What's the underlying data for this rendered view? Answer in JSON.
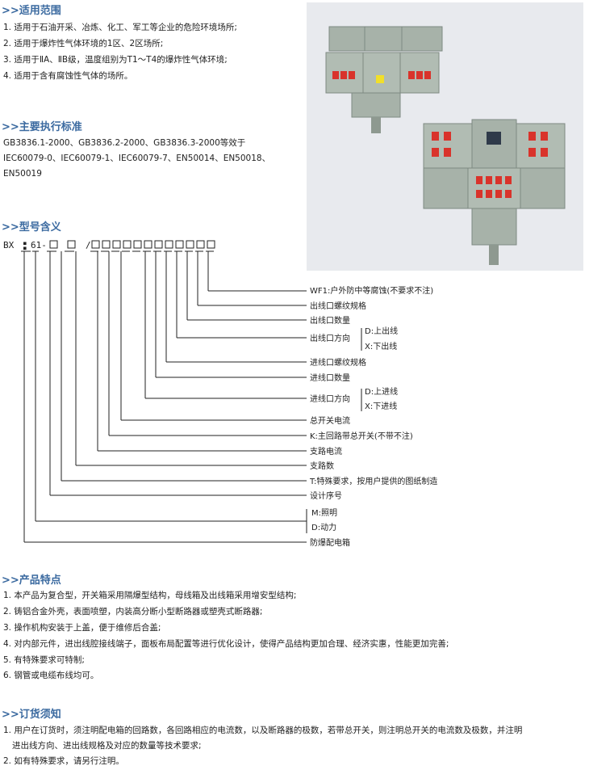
{
  "scope": {
    "title": ">>适用范围",
    "items": [
      "1. 适用于石油开采、冶炼、化工、军工等企业的危险环境场所;",
      "2. 适用于爆炸性气体环境的1区、2区场所;",
      "3. 适用于ⅡA、ⅡB级，温度组别为T1～T4的爆炸性气体环境;",
      "4. 适用于含有腐蚀性气体的场所。"
    ]
  },
  "standards": {
    "title": ">>主要执行标准",
    "lines": [
      "GB3836.1-2000、GB3836.2-2000、GB3836.3-2000等效于",
      "IEC60079-0、IEC60079-1、IEC60079-7、EN50014、EN50018、",
      "EN50019"
    ]
  },
  "model": {
    "title": ">>型号含义",
    "code_prefix": "BX",
    "code_mid": "61-",
    "code_slash": "/",
    "labels": [
      "WF1:户外防中等腐蚀(不要求不注)",
      "出线口螺纹规格",
      "出线口数量",
      "出线口方向",
      "进线口螺纹规格",
      "进线口数量",
      "进线口方向",
      "总开关电流",
      "K:主回路带总开关(不带不注)",
      "支路电流",
      "支路数",
      "T:特殊要求，按用户提供的图纸制造",
      "设计序号",
      "防爆配电箱"
    ],
    "out_dir_options": [
      "D:上出线",
      "X:下出线"
    ],
    "in_dir_options": [
      "D:上进线",
      "X:下进线"
    ],
    "type_options": [
      "M:照明",
      "D:动力"
    ]
  },
  "features": {
    "title": ">>产品特点",
    "items": [
      "1. 本产品为复合型，开关箱采用隔爆型结构，母线箱及出线箱采用增安型结构;",
      "2. 铸铝合金外壳，表面喷塑，内装高分断小型断路器或塑壳式断路器;",
      "3. 操作机构安装于上盖，便于维修后合盖;",
      "4. 对内部元件，进出线腔接线端子，面板布局配置等进行优化设计，使得产品结构更加合理、经济实惠，性能更加完善;",
      "5. 有特殊要求可特制;",
      "6. 钢管或电缆布线均可。"
    ]
  },
  "ordering": {
    "title": ">>订货须知",
    "items": [
      "1. 用户在订货时，须注明配电箱的回路数，各回路相应的电流数，以及断路器的极数，若带总开关，则注明总开关的电流数及极数，并注明",
      "进出线方向、进出线规格及对应的数量等技术要求;",
      "2. 如有特殊要求，请另行注明。"
    ]
  },
  "colors": {
    "title": "#3b6aa0",
    "enclosure": "#a7b2a9",
    "button_red": "#d9332b",
    "button_yellow": "#f1df2a"
  }
}
